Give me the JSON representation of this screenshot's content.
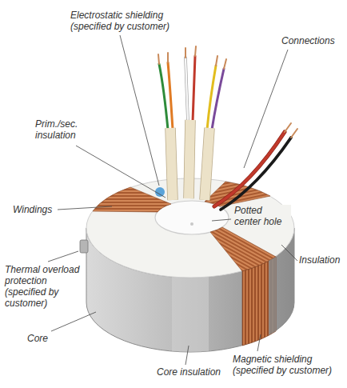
{
  "diagram": {
    "labels": [
      "Electrostatic shielding (specified by customer)",
      "Connections",
      "Prim./sec. insulation",
      "Windings",
      "Potted center hole",
      "Insulation",
      "Thermal overload protection (specified by customer)",
      "Core",
      "Magnetic shielding (specified by customer)",
      "Core insulation"
    ]
  }
}
